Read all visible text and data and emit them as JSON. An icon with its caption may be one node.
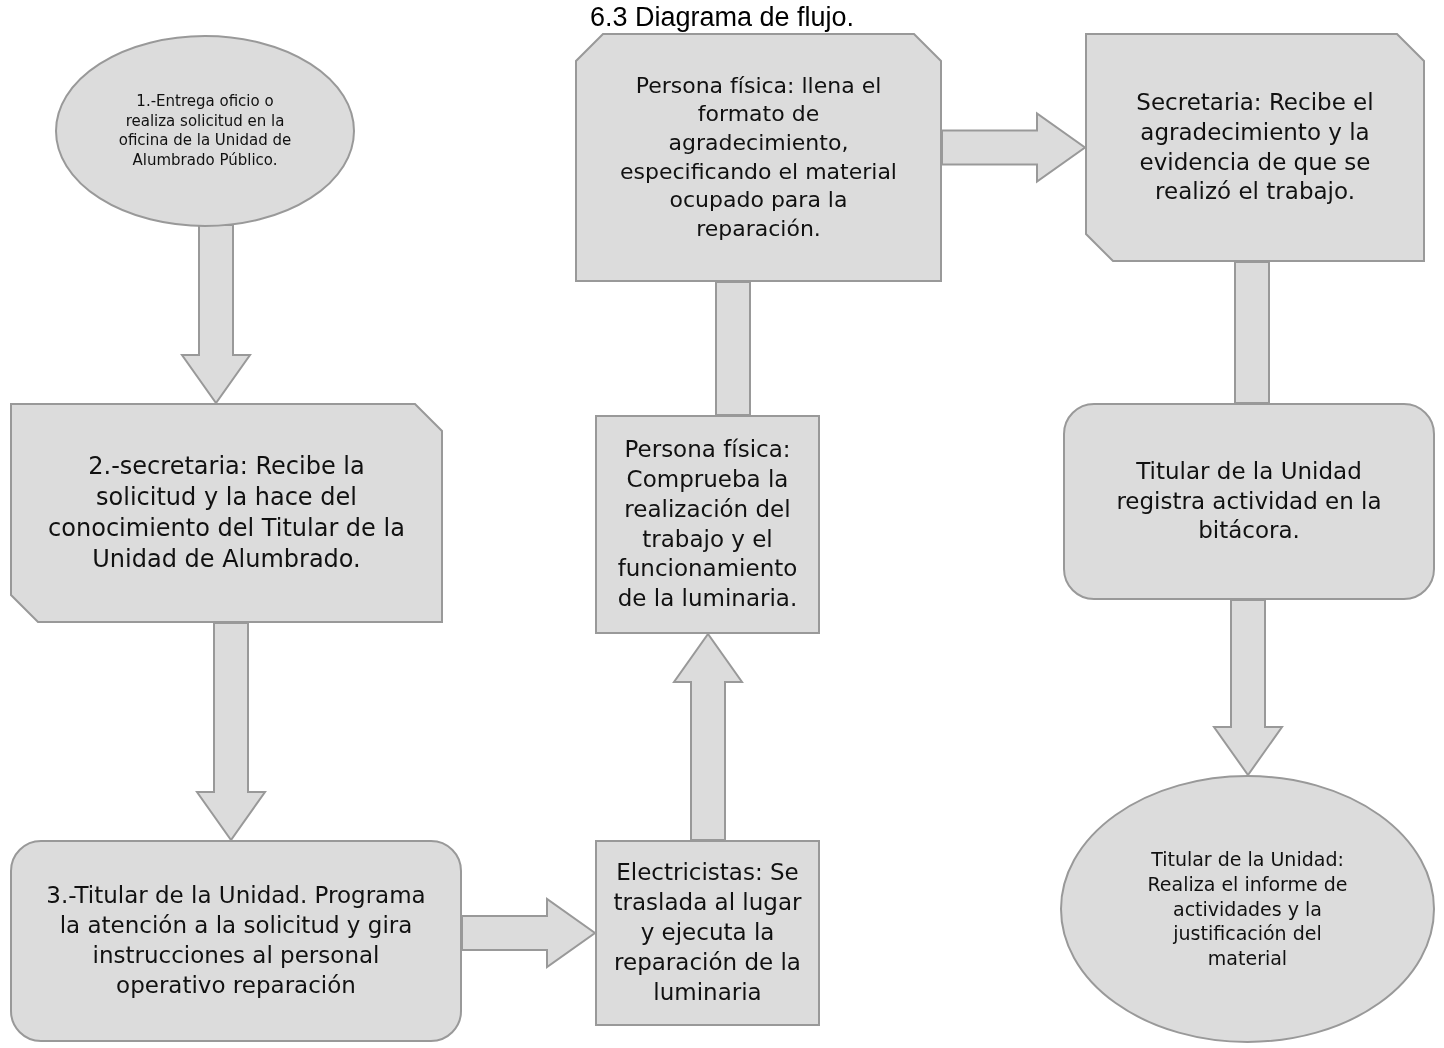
{
  "diagram": {
    "title": "6.3 Diagrama de flujo.",
    "nodes": [
      {
        "text": [
          "1.-Entrega oficio o realiza solicitud en la oficina de la Unidad de Alumbrado Público."
        ]
      },
      {
        "text": [
          "2.-secretaria: Recibe la solicitud y la hace del conocimiento del Titular de la Unidad de Alumbrado."
        ]
      },
      {
        "text": [
          "3.-Titular de la Unidad. Programa la atención a la solicitud y gira instrucciones al personal operativo reparación"
        ]
      },
      {
        "text": [
          "Electricistas: Se traslada al lugar y ejecuta la reparación de la luminaria"
        ]
      },
      {
        "text": [
          "Persona física: Comprueba la realización del trabajo y el funcionamiento de la luminaria."
        ]
      },
      {
        "text": [
          "Persona física: llena el formato de agradecimiento, especificando el material ocupado para la reparación."
        ]
      },
      {
        "text": [
          "Secretaria: Recibe el agradecimiento y la evidencia de que se realizó el trabajo."
        ]
      },
      {
        "text": [
          "Titular de la Unidad registra actividad en la bitácora."
        ]
      },
      {
        "text": [
          "Titular de la Unidad: Realiza el informe de actividades y la justificación del material"
        ]
      }
    ],
    "edges": [
      {
        "from": 0,
        "to": 1,
        "arrow": "to"
      },
      {
        "from": 1,
        "to": 2,
        "arrow": "to"
      },
      {
        "from": 2,
        "to": 3,
        "arrow": "to"
      },
      {
        "from": 3,
        "to": 4,
        "arrow": "to"
      },
      {
        "from": 4,
        "to": 5,
        "arrow": "none"
      },
      {
        "from": 5,
        "to": 6,
        "arrow": "to"
      },
      {
        "from": 6,
        "to": 7,
        "arrow": "none"
      },
      {
        "from": 7,
        "to": 8,
        "arrow": "to"
      }
    ]
  }
}
